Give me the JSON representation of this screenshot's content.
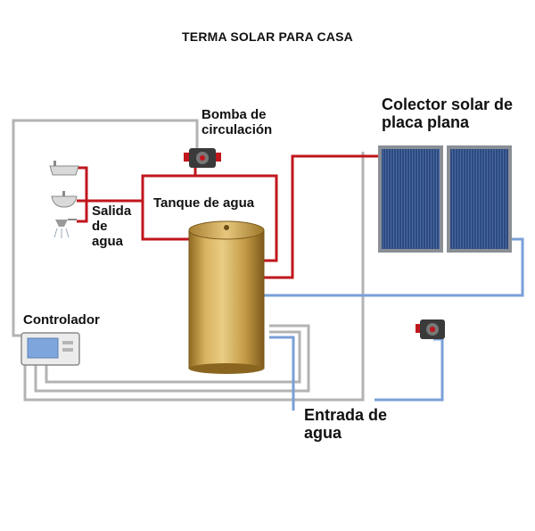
{
  "title": "TERMA SOLAR PARA CASA",
  "labels": {
    "circulation_pump": [
      "Bomba de",
      "circulación"
    ],
    "collector": [
      "Colector solar de",
      "placa plana"
    ],
    "tank": "Tanque de agua",
    "water_outlet": [
      "Salida",
      "de",
      "agua"
    ],
    "controller": "Controlador",
    "water_inlet": [
      "Entrada de",
      "agua"
    ]
  },
  "colors": {
    "hot_pipe": "#c0161c",
    "cold_pipe": "#7a9fd8",
    "control_wire": "#b3b3b3",
    "tank_body": "#c9a24e",
    "collector_panel": "#2f4f86",
    "collector_frame": "#8a8f96"
  },
  "icons": [
    "bathtub-icon",
    "sink-icon",
    "shower-icon",
    "circulation-pump-icon",
    "collector-pump-icon",
    "controller-icon"
  ]
}
